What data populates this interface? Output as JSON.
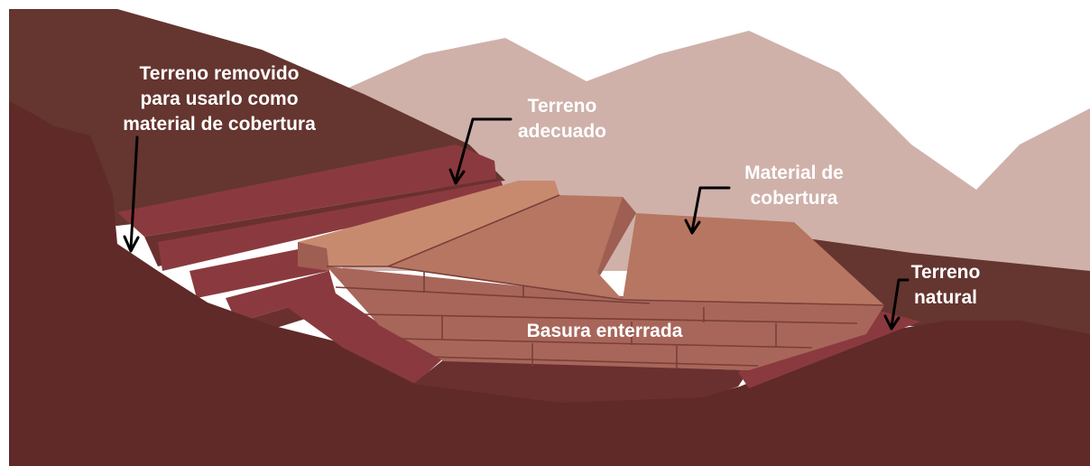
{
  "colors": {
    "background": "#ffffff",
    "far_mountains": "#cfb1aa",
    "dark_hill": "#65352f",
    "ground": "#5f2a28",
    "terrace_face": "#8a3a3e",
    "terrace_top": "#6a3030",
    "cover_light": "#c88a6f",
    "cover_mid": "#b67662",
    "cover_dark": "#9e5e52",
    "trash": "#a8665a",
    "trash_lines": "#7a3f38",
    "label_text": "#ffffff",
    "arrow": "#000000"
  },
  "labels": {
    "removed": {
      "line1": "Terreno removido",
      "line2": "para usarlo como",
      "line3": "material de cobertura"
    },
    "adecuado": {
      "line1": "Terreno",
      "line2": "adecuado"
    },
    "cobertura": {
      "line1": "Material de",
      "line2": "cobertura"
    },
    "natural": {
      "line1": "Terreno",
      "line2": "natural"
    },
    "basura": "Basura enterrada"
  }
}
